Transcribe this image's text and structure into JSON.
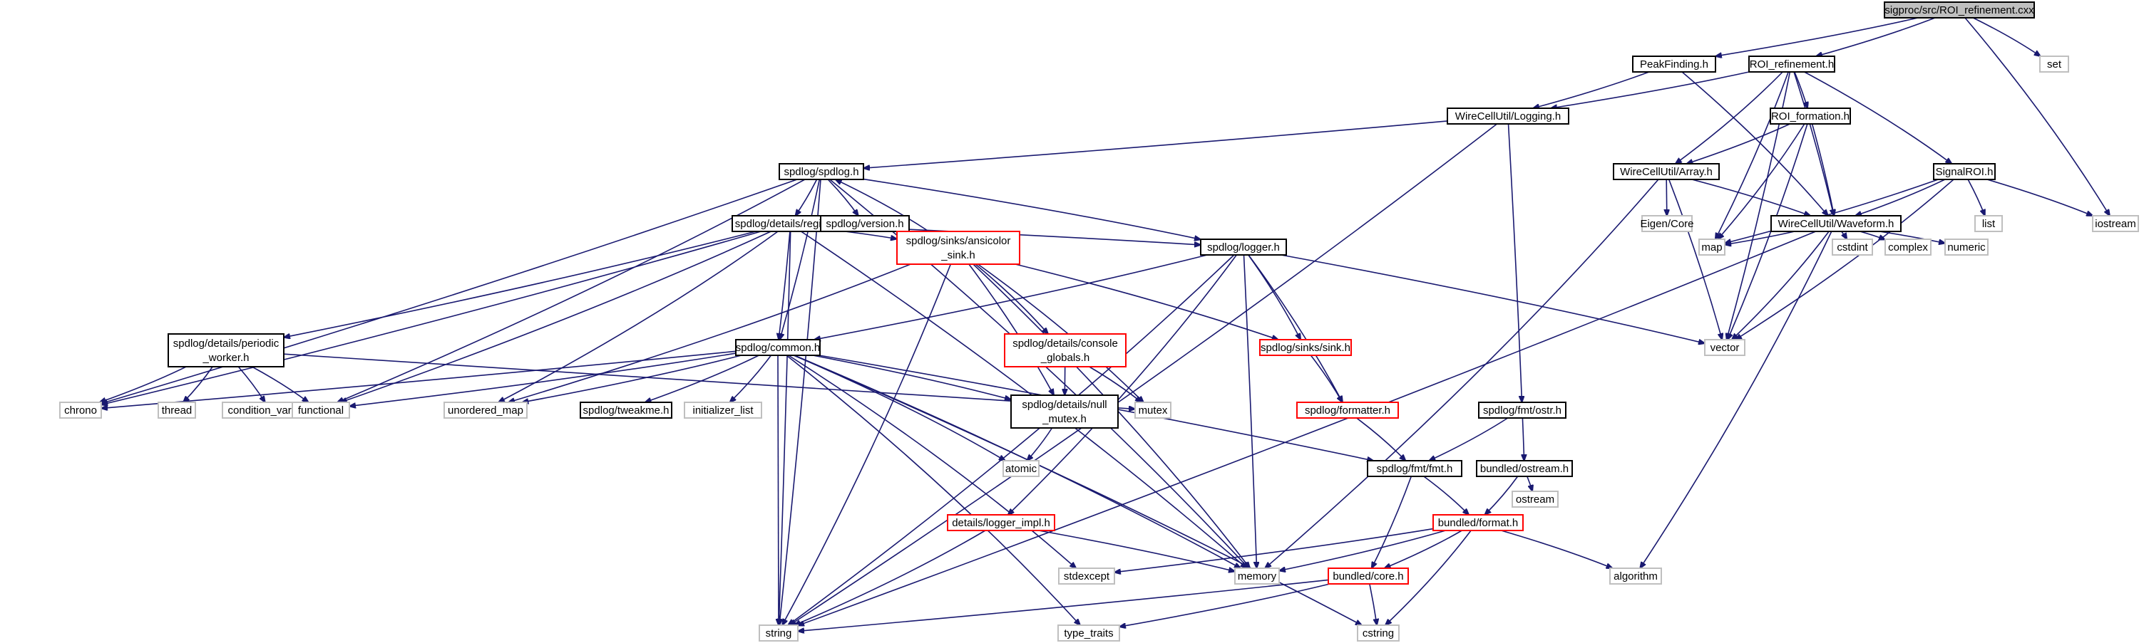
{
  "colors": {
    "edge": "#191970",
    "box_black": "#000000",
    "box_red": "#ff0000",
    "box_gray": "#bfbfbf",
    "fill_root": "#bfbfbf",
    "fill": "#ffffff"
  },
  "nodes": [
    {
      "id": "root",
      "label": "sigproc/src/ROI_refinement.cxx",
      "style": "root"
    },
    {
      "id": "peak",
      "label": "PeakFinding.h",
      "style": "black"
    },
    {
      "id": "roiref",
      "label": "ROI_refinement.h",
      "style": "black"
    },
    {
      "id": "set",
      "label": "set",
      "style": "gray"
    },
    {
      "id": "logging",
      "label": "WireCellUtil/Logging.h",
      "style": "black"
    },
    {
      "id": "roiform",
      "label": "ROI_formation.h",
      "style": "black"
    },
    {
      "id": "spdlog",
      "label": "spdlog/spdlog.h",
      "style": "black"
    },
    {
      "id": "array",
      "label": "WireCellUtil/Array.h",
      "style": "black"
    },
    {
      "id": "signalroi",
      "label": "SignalROI.h",
      "style": "black"
    },
    {
      "id": "registry",
      "label": "spdlog/details/registry.h",
      "style": "black"
    },
    {
      "id": "version",
      "label": "spdlog/version.h",
      "style": "black"
    },
    {
      "id": "eigen",
      "label": "Eigen/Core",
      "style": "gray"
    },
    {
      "id": "waveform",
      "label": "WireCellUtil/Waveform.h",
      "style": "black"
    },
    {
      "id": "list",
      "label": "list",
      "style": "gray"
    },
    {
      "id": "iostream",
      "label": "iostream",
      "style": "gray"
    },
    {
      "id": "ansicolor",
      "label": [
        "spdlog/sinks/ansicolor",
        "_sink.h"
      ],
      "style": "red"
    },
    {
      "id": "logger",
      "label": "spdlog/logger.h",
      "style": "black"
    },
    {
      "id": "map",
      "label": "map",
      "style": "gray"
    },
    {
      "id": "cstdint",
      "label": "cstdint",
      "style": "gray"
    },
    {
      "id": "complex",
      "label": "complex",
      "style": "gray"
    },
    {
      "id": "numeric",
      "label": "numeric",
      "style": "gray"
    },
    {
      "id": "vector",
      "label": "vector",
      "style": "gray"
    },
    {
      "id": "periodic",
      "label": [
        "spdlog/details/periodic",
        "_worker.h"
      ],
      "style": "black"
    },
    {
      "id": "console",
      "label": [
        "spdlog/details/console",
        "_globals.h"
      ],
      "style": "red"
    },
    {
      "id": "common",
      "label": "spdlog/common.h",
      "style": "black"
    },
    {
      "id": "sinkh",
      "label": "spdlog/sinks/sink.h",
      "style": "red"
    },
    {
      "id": "chrono",
      "label": "chrono",
      "style": "gray"
    },
    {
      "id": "thread",
      "label": "thread",
      "style": "gray"
    },
    {
      "id": "condvar",
      "label": "condition_variable",
      "style": "gray"
    },
    {
      "id": "functional",
      "label": "functional",
      "style": "gray"
    },
    {
      "id": "unordered",
      "label": "unordered_map",
      "style": "gray"
    },
    {
      "id": "tweakme",
      "label": "spdlog/tweakme.h",
      "style": "black"
    },
    {
      "id": "initlist",
      "label": "initializer_list",
      "style": "gray"
    },
    {
      "id": "nullmutex",
      "label": [
        "spdlog/details/null",
        "_mutex.h"
      ],
      "style": "black"
    },
    {
      "id": "mutex",
      "label": "mutex",
      "style": "gray"
    },
    {
      "id": "formatter",
      "label": "spdlog/formatter.h",
      "style": "red"
    },
    {
      "id": "ostr",
      "label": "spdlog/fmt/ostr.h",
      "style": "black"
    },
    {
      "id": "fmth",
      "label": "spdlog/fmt/fmt.h",
      "style": "black"
    },
    {
      "id": "bostream",
      "label": "bundled/ostream.h",
      "style": "black"
    },
    {
      "id": "atomic",
      "label": "atomic",
      "style": "gray"
    },
    {
      "id": "ostream",
      "label": "ostream",
      "style": "gray"
    },
    {
      "id": "loggerimpl",
      "label": "details/logger_impl.h",
      "style": "red"
    },
    {
      "id": "bformat",
      "label": "bundled/format.h",
      "style": "red"
    },
    {
      "id": "stdexcept",
      "label": "stdexcept",
      "style": "gray"
    },
    {
      "id": "memory",
      "label": "memory",
      "style": "gray"
    },
    {
      "id": "bcore",
      "label": "bundled/core.h",
      "style": "red"
    },
    {
      "id": "algorithm",
      "label": "algorithm",
      "style": "gray"
    },
    {
      "id": "string",
      "label": "string",
      "style": "gray"
    },
    {
      "id": "typetraits",
      "label": "type_traits",
      "style": "gray"
    },
    {
      "id": "cstring",
      "label": "cstring",
      "style": "gray"
    }
  ],
  "edges": [
    [
      "root",
      "peak"
    ],
    [
      "root",
      "roiref"
    ],
    [
      "root",
      "set"
    ],
    [
      "root",
      "iostream"
    ],
    [
      "peak",
      "logging"
    ],
    [
      "peak",
      "waveform"
    ],
    [
      "roiref",
      "logging"
    ],
    [
      "roiref",
      "roiform"
    ],
    [
      "roiref",
      "array"
    ],
    [
      "roiref",
      "waveform"
    ],
    [
      "roiref",
      "signalroi"
    ],
    [
      "roiref",
      "map"
    ],
    [
      "roiref",
      "vector"
    ],
    [
      "logging",
      "spdlog"
    ],
    [
      "logging",
      "ostr"
    ],
    [
      "logging",
      "string"
    ],
    [
      "roiform",
      "array"
    ],
    [
      "roiform",
      "waveform"
    ],
    [
      "roiform",
      "map"
    ],
    [
      "roiform",
      "vector"
    ],
    [
      "array",
      "eigen"
    ],
    [
      "array",
      "waveform"
    ],
    [
      "array",
      "vector"
    ],
    [
      "array",
      "memory"
    ],
    [
      "signalroi",
      "waveform"
    ],
    [
      "signalroi",
      "list"
    ],
    [
      "signalroi",
      "map"
    ],
    [
      "signalroi",
      "vector"
    ],
    [
      "signalroi",
      "iostream"
    ],
    [
      "waveform",
      "map"
    ],
    [
      "waveform",
      "cstdint"
    ],
    [
      "waveform",
      "complex"
    ],
    [
      "waveform",
      "numeric"
    ],
    [
      "waveform",
      "vector"
    ],
    [
      "waveform",
      "algorithm"
    ],
    [
      "waveform",
      "string"
    ],
    [
      "spdlog",
      "registry"
    ],
    [
      "spdlog",
      "version"
    ],
    [
      "spdlog",
      "logger"
    ],
    [
      "spdlog",
      "common"
    ],
    [
      "spdlog",
      "chrono"
    ],
    [
      "spdlog",
      "functional"
    ],
    [
      "spdlog",
      "memory"
    ],
    [
      "spdlog",
      "string"
    ],
    [
      "registry",
      "ansicolor"
    ],
    [
      "registry",
      "logger"
    ],
    [
      "registry",
      "periodic"
    ],
    [
      "registry",
      "common"
    ],
    [
      "registry",
      "chrono"
    ],
    [
      "registry",
      "functional"
    ],
    [
      "registry",
      "unordered"
    ],
    [
      "registry",
      "memory"
    ],
    [
      "registry",
      "string"
    ],
    [
      "ansicolor",
      "spdlog"
    ],
    [
      "ansicolor",
      "console"
    ],
    [
      "ansicolor",
      "sinkh"
    ],
    [
      "ansicolor",
      "nullmutex"
    ],
    [
      "ansicolor",
      "mutex"
    ],
    [
      "ansicolor",
      "unordered"
    ],
    [
      "ansicolor",
      "memory"
    ],
    [
      "ansicolor",
      "string"
    ],
    [
      "logger",
      "common"
    ],
    [
      "logger",
      "sinkh"
    ],
    [
      "logger",
      "formatter"
    ],
    [
      "logger",
      "loggerimpl"
    ],
    [
      "logger",
      "vector"
    ],
    [
      "logger",
      "memory"
    ],
    [
      "logger",
      "string"
    ],
    [
      "periodic",
      "chrono"
    ],
    [
      "periodic",
      "thread"
    ],
    [
      "periodic",
      "condvar"
    ],
    [
      "periodic",
      "functional"
    ],
    [
      "periodic",
      "mutex"
    ],
    [
      "console",
      "nullmutex"
    ],
    [
      "console",
      "mutex"
    ],
    [
      "common",
      "chrono"
    ],
    [
      "common",
      "functional"
    ],
    [
      "common",
      "unordered"
    ],
    [
      "common",
      "tweakme"
    ],
    [
      "common",
      "initlist"
    ],
    [
      "common",
      "nullmutex"
    ],
    [
      "common",
      "atomic"
    ],
    [
      "common",
      "fmth"
    ],
    [
      "common",
      "memory"
    ],
    [
      "common",
      "stdexcept"
    ],
    [
      "common",
      "typetraits"
    ],
    [
      "common",
      "cstring"
    ],
    [
      "common",
      "string"
    ],
    [
      "sinkh",
      "formatter"
    ],
    [
      "formatter",
      "fmth"
    ],
    [
      "nullmutex",
      "atomic"
    ],
    [
      "ostr",
      "fmth"
    ],
    [
      "ostr",
      "bostream"
    ],
    [
      "fmth",
      "bformat"
    ],
    [
      "fmth",
      "bcore"
    ],
    [
      "bostream",
      "bformat"
    ],
    [
      "bostream",
      "ostream"
    ],
    [
      "loggerimpl",
      "memory"
    ],
    [
      "loggerimpl",
      "string"
    ],
    [
      "bformat",
      "bcore"
    ],
    [
      "bformat",
      "stdexcept"
    ],
    [
      "bformat",
      "memory"
    ],
    [
      "bformat",
      "algorithm"
    ],
    [
      "bformat",
      "cstring"
    ],
    [
      "bcore",
      "string"
    ],
    [
      "bcore",
      "typetraits"
    ],
    [
      "bcore",
      "cstring"
    ]
  ]
}
